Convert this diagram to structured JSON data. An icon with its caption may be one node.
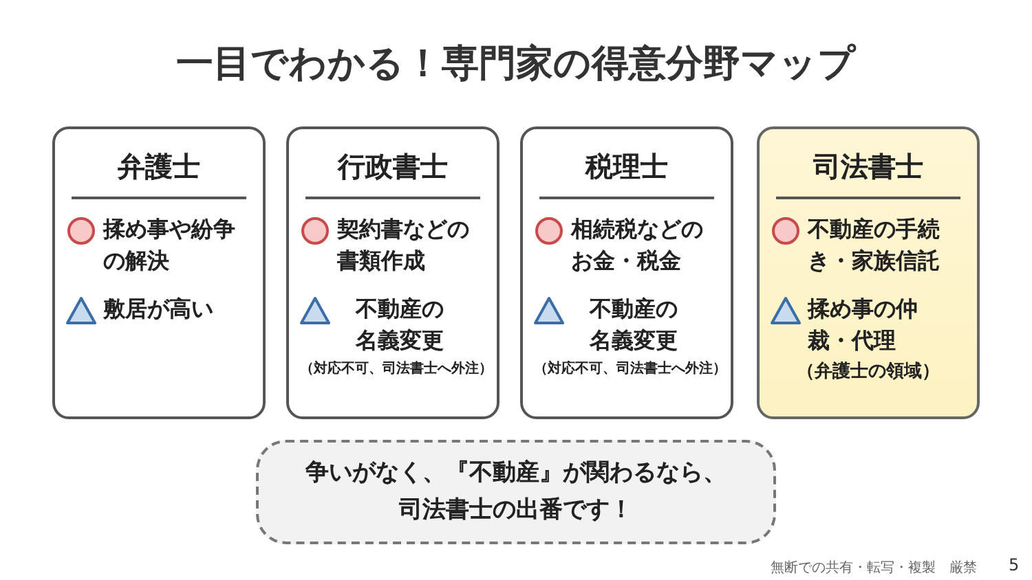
{
  "diagram": {
    "title": "一目でわかる！専門家の得意分野マップ",
    "nodes": [
      {
        "text": [
          "弁護士",
          "揉め事や紛争の解決",
          "敷居が高い"
        ]
      },
      {
        "text": [
          "行政書士",
          "契約書などの書類作成",
          "不動産の名義変更",
          "（対応不可、司法書士へ外注）"
        ]
      },
      {
        "text": [
          "税理士",
          "相続税などのお金・税金",
          "不動産の名義変更",
          "（対応不可、司法書士へ外注）"
        ]
      },
      {
        "text": [
          "司法書士",
          "不動産の手続き・家族信託",
          "揉め事の仲裁・代理",
          "（弁護士の領域）"
        ]
      },
      {
        "text": [
          "争いがなく、『不動産』が関わるなら、司法書士の出番です！"
        ]
      }
    ],
    "labels": [
      "無断での共有・転写・複製　厳禁",
      "5"
    ]
  }
}
